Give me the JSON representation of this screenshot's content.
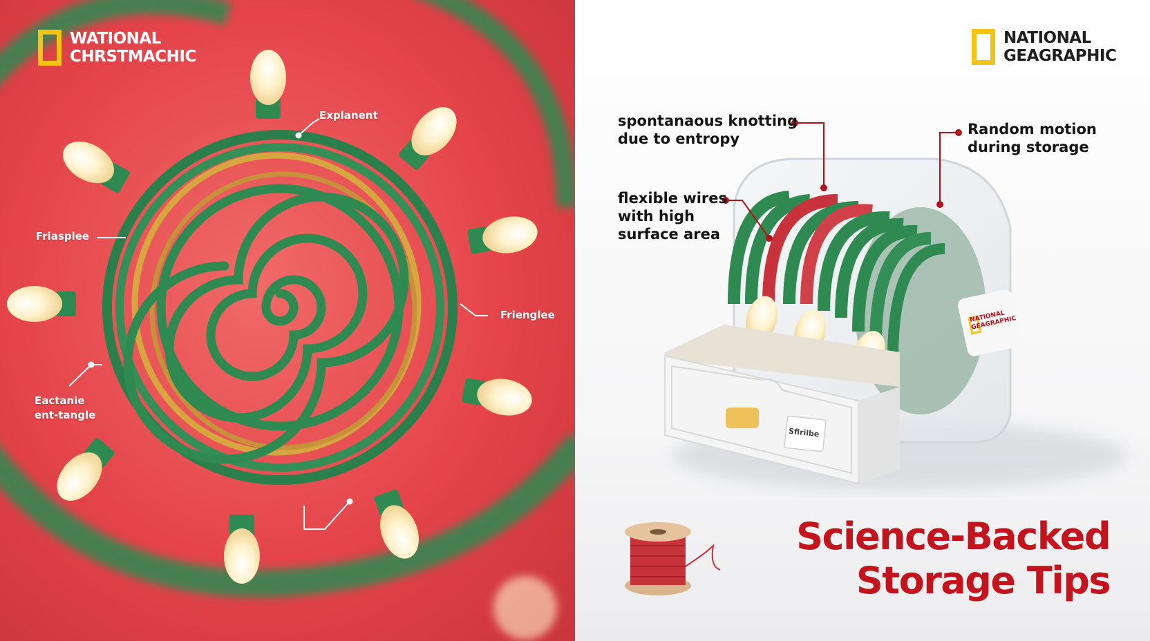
{
  "left_panel": {
    "logo_text_line1": "WATIONAL",
    "logo_text_line2": "CHRSTMACHIC",
    "labels": {
      "top": "Explanent",
      "left": "Friasplee",
      "right": "Frienglee",
      "bottom_left_line1": "Eactanie",
      "bottom_left_line2": "ent-tangle"
    }
  },
  "right_panel": {
    "logo_text_line1": "NATIONAL",
    "logo_text_line2": "GEAGRAPHIC",
    "callouts": {
      "knotting_line1": "spontanaous knotting",
      "knotting_line2": "due to entropy",
      "motion_line1": "Random motion",
      "motion_line2": "during storage",
      "wires_line1": "flexible wires",
      "wires_line2": "with high",
      "wires_line3": "surface area"
    },
    "reel_label_line1": "NATIONAL",
    "reel_label_line2": "GEAGRAPHIC",
    "drawer_label": "Sfirilbe",
    "headline_line1": "Science-Backed",
    "headline_line2": "Storage Tips"
  },
  "colors": {
    "red_background": "#e4444a",
    "cable_green": "#2f8a52",
    "gold_wire": "#d8a640",
    "bulb_cream": "#fff2cc",
    "logo_yellow": "#f3c316",
    "headline_red": "#c3141e",
    "callout_red": "#b0121b"
  }
}
